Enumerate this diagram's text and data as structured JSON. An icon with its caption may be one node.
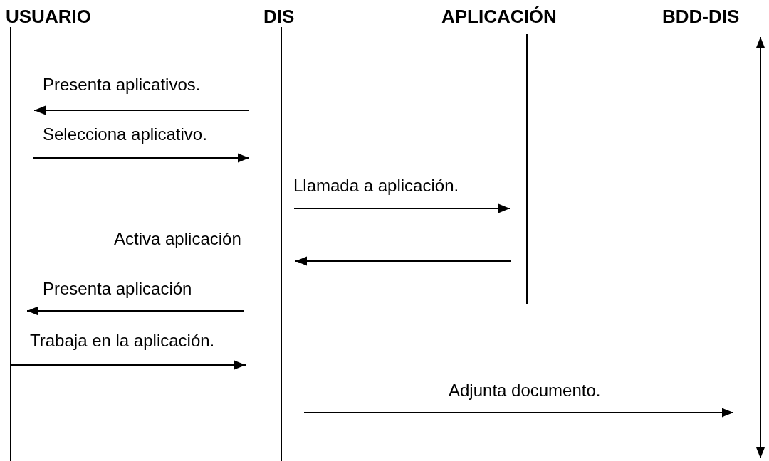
{
  "diagram": {
    "nodes": [
      {
        "text": [
          "USUARIO"
        ]
      },
      {
        "text": [
          "DIS"
        ]
      },
      {
        "text": [
          "APLICACIÓN"
        ]
      },
      {
        "text": [
          "BDD-DIS"
        ]
      }
    ],
    "edges": [
      {
        "from": 1,
        "to": 0,
        "arrow": "to",
        "label": "Presenta aplicativos."
      },
      {
        "from": 0,
        "to": 1,
        "arrow": "to",
        "label": "Selecciona aplicativo."
      },
      {
        "from": 1,
        "to": 2,
        "arrow": "to",
        "label": "Llamada a aplicación."
      },
      {
        "from": 2,
        "to": 1,
        "arrow": "to",
        "label": "Activa aplicación"
      },
      {
        "from": 1,
        "to": 0,
        "arrow": "to",
        "label": "Presenta aplicación"
      },
      {
        "from": 0,
        "to": 1,
        "arrow": "to",
        "label": "Trabaja en la aplicación."
      },
      {
        "from": 1,
        "to": 3,
        "arrow": "to",
        "label": "Adjunta documento."
      }
    ]
  }
}
